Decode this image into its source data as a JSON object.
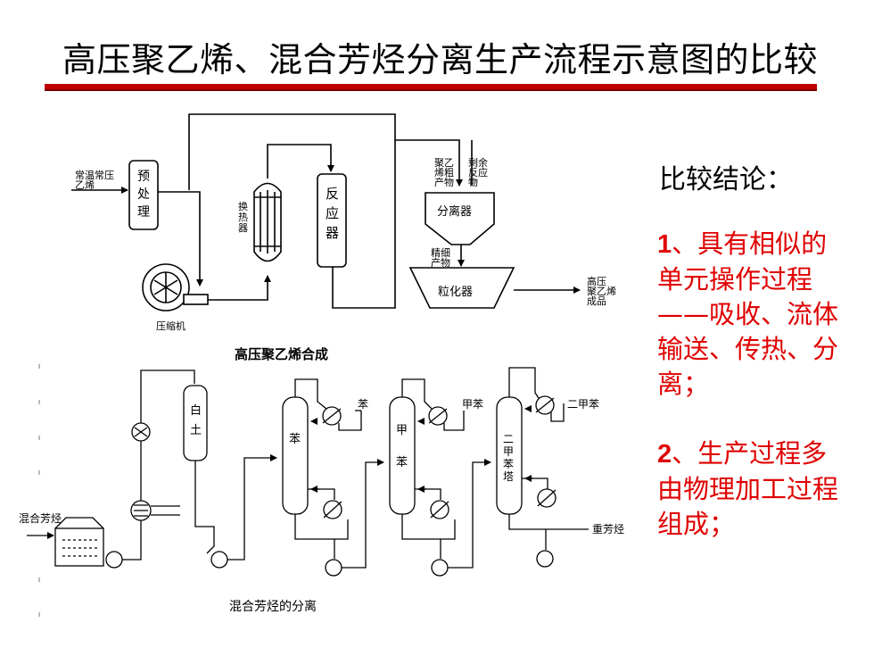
{
  "page_title": "高压聚乙烯、混合芳烃分离生产流程示意图的比较",
  "conclusion": {
    "heading": "比较结论：",
    "point1_num": "1",
    "point1_text": "、具有相似的单元操作过程——吸收、流体输送、传热、分离；",
    "point2_num": "2",
    "point2_text": "、生产过程多由物理加工过程组成；"
  },
  "pe_diagram": {
    "caption": "高压聚乙烯合成",
    "feed_line1": "常温常压",
    "feed_line2": "乙烯",
    "pretreat": [
      "预",
      "处",
      "理"
    ],
    "compressor": "压缩机",
    "exchanger": [
      "换",
      "热",
      "器"
    ],
    "reactor": [
      "反",
      "应",
      "器"
    ],
    "pe_crude": [
      "聚乙",
      "烯粗",
      "产物"
    ],
    "residual": [
      "剩余",
      "反应",
      "物"
    ],
    "separator": "分离器",
    "fine_product": [
      "精细",
      "产物"
    ],
    "granulator": "粒化器",
    "output": [
      "高压",
      "聚乙烯",
      "成品"
    ]
  },
  "aromatics_diagram": {
    "caption": "混合芳烃的分离",
    "feed": "混合芳烃",
    "clay_tower": [
      "白",
      "土"
    ],
    "benzene_col": [
      "苯"
    ],
    "toluene_col": [
      "甲",
      "苯"
    ],
    "xylene_col": [
      "二",
      "甲",
      "苯",
      "塔"
    ],
    "benzene_out": "苯",
    "toluene_out": "甲苯",
    "xylene_out": "二甲苯",
    "heavy_out": "重芳烃"
  }
}
